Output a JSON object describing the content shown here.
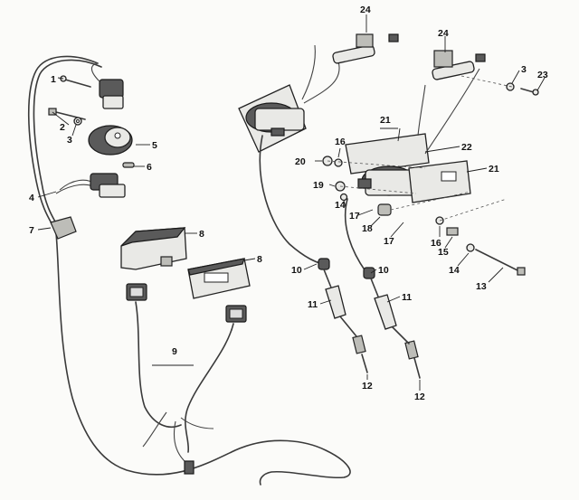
{
  "diagram": {
    "callouts": [
      {
        "id": "c24a",
        "text": "24"
      },
      {
        "id": "c24b",
        "text": "24"
      },
      {
        "id": "c3a",
        "text": "3"
      },
      {
        "id": "c23",
        "text": "23"
      },
      {
        "id": "c1",
        "text": "1"
      },
      {
        "id": "c2",
        "text": "2"
      },
      {
        "id": "c3b",
        "text": "3"
      },
      {
        "id": "c5",
        "text": "5"
      },
      {
        "id": "c6",
        "text": "6"
      },
      {
        "id": "c4",
        "text": "4"
      },
      {
        "id": "c7",
        "text": "7"
      },
      {
        "id": "c8a",
        "text": "8"
      },
      {
        "id": "c8b",
        "text": "8"
      },
      {
        "id": "c9",
        "text": "9"
      },
      {
        "id": "c21a",
        "text": "21"
      },
      {
        "id": "c22",
        "text": "22"
      },
      {
        "id": "c21b",
        "text": "21"
      },
      {
        "id": "c16a",
        "text": "16"
      },
      {
        "id": "c20",
        "text": "20"
      },
      {
        "id": "c19",
        "text": "19"
      },
      {
        "id": "c14a",
        "text": "14"
      },
      {
        "id": "c17a",
        "text": "17"
      },
      {
        "id": "c18",
        "text": "18"
      },
      {
        "id": "c17b",
        "text": "17"
      },
      {
        "id": "c16b",
        "text": "16"
      },
      {
        "id": "c15",
        "text": "15"
      },
      {
        "id": "c14b",
        "text": "14"
      },
      {
        "id": "c13",
        "text": "13"
      },
      {
        "id": "c10a",
        "text": "10"
      },
      {
        "id": "c10b",
        "text": "10"
      },
      {
        "id": "c11a",
        "text": "11"
      },
      {
        "id": "c11b",
        "text": "11"
      },
      {
        "id": "c12a",
        "text": "12"
      },
      {
        "id": "c12b",
        "text": "12"
      }
    ]
  }
}
